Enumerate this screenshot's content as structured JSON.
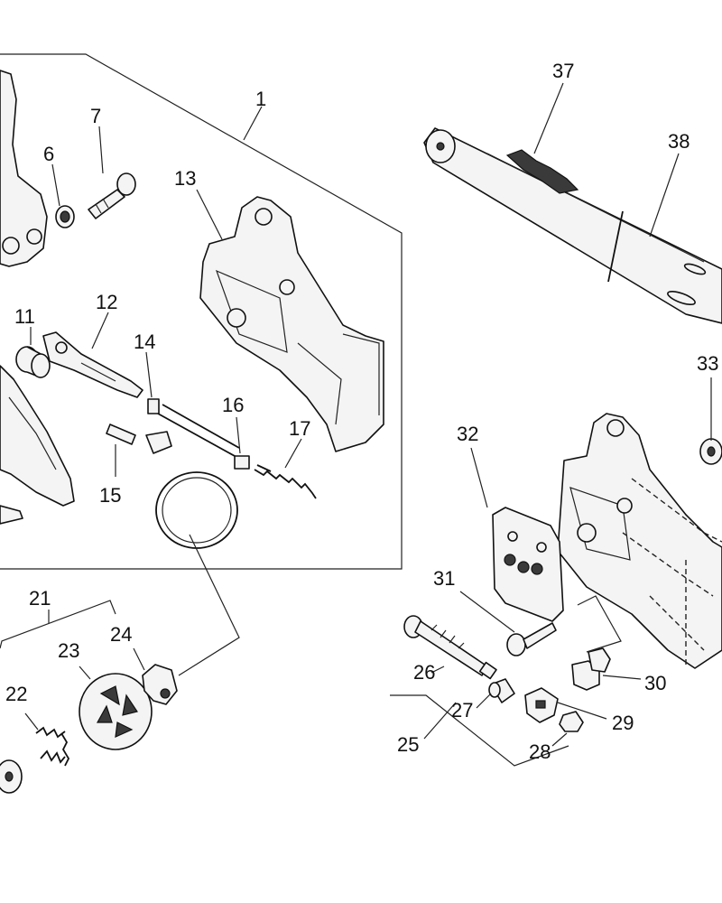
{
  "labels": {
    "p1": "1",
    "p6": "6",
    "p7": "7",
    "p11": "11",
    "p12": "12",
    "p13": "13",
    "p14": "14",
    "p15": "15",
    "p16": "16",
    "p17": "17",
    "p21": "21",
    "p22": "22",
    "p23": "23",
    "p24": "24",
    "p25": "25",
    "p26": "26",
    "p27": "27",
    "p28": "28",
    "p29": "29",
    "p30": "30",
    "p31": "31",
    "p32": "32",
    "p33": "33",
    "p37": "37",
    "p38": "38"
  }
}
